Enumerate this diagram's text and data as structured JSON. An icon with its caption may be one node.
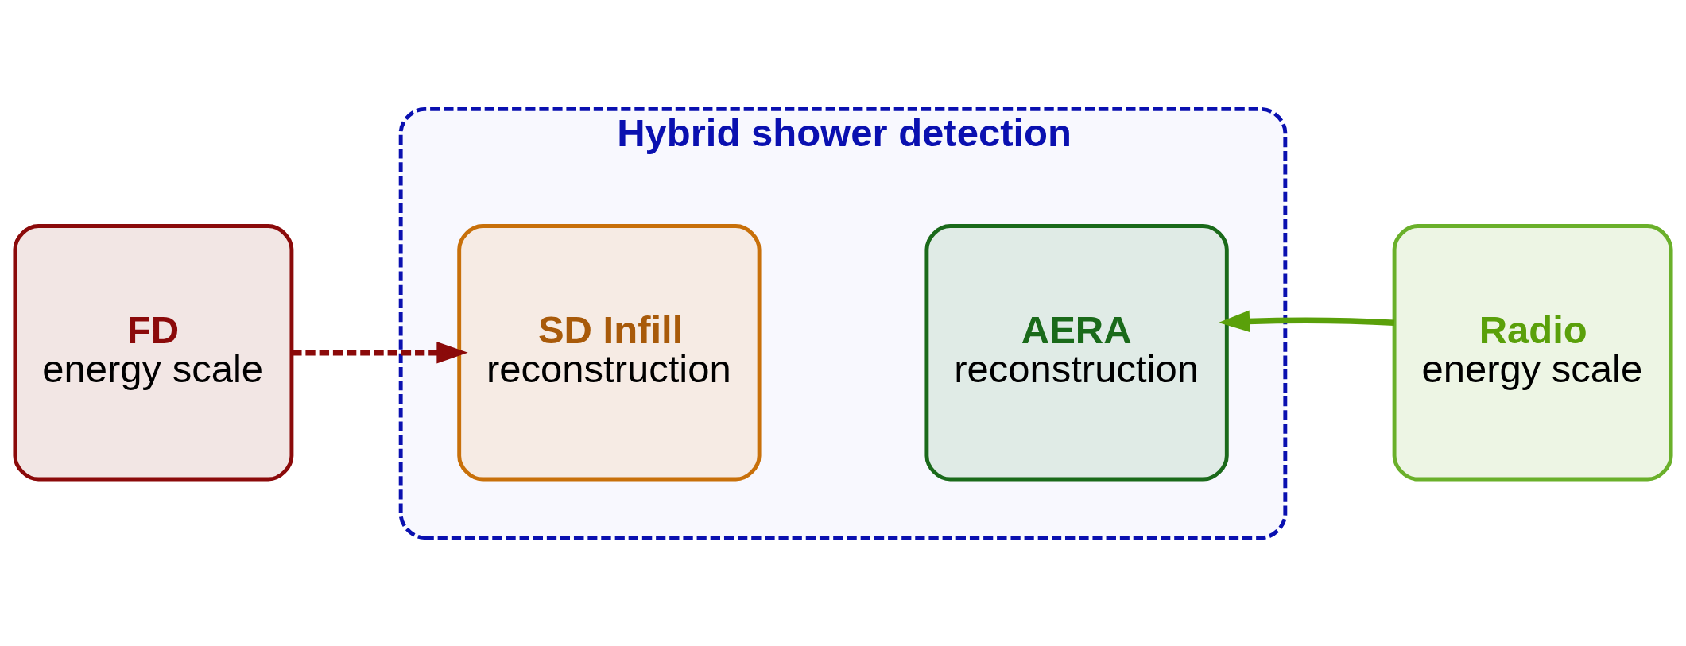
{
  "diagram": {
    "nodes": [
      {
        "text": [
          "FD",
          "energy scale"
        ]
      },
      {
        "text": [
          "Hybrid shower detection"
        ]
      },
      {
        "text": [
          "SD Infill",
          "reconstruction"
        ],
        "in": 1
      },
      {
        "text": [
          "AERA",
          "reconstruction"
        ],
        "in": 1
      },
      {
        "text": [
          "Radio",
          "energy scale"
        ]
      }
    ],
    "edges": [
      {
        "from": 0,
        "to": 2,
        "arrow": "to",
        "style": "dashed",
        "color": "#8b0a0a"
      },
      {
        "from": 4,
        "to": 3,
        "arrow": "to",
        "color": "#5aa00a"
      }
    ]
  }
}
